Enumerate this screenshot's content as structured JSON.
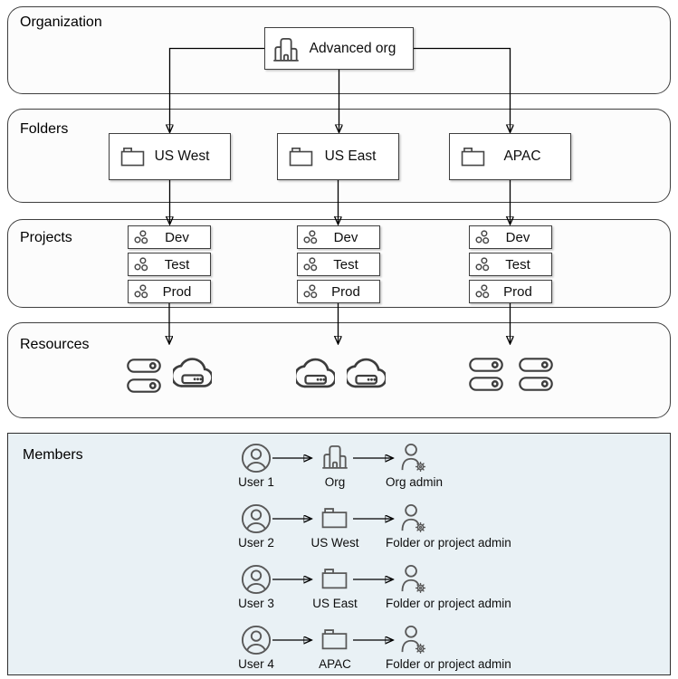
{
  "sections": {
    "organization": {
      "label": "Organization"
    },
    "folders_sec": {
      "label": "Folders"
    },
    "projects_sec": {
      "label": "Projects"
    },
    "resources_sec": {
      "label": "Resources"
    },
    "members_sec": {
      "label": "Members"
    }
  },
  "organization": {
    "node": {
      "label": "Advanced org",
      "icon": "building-icon"
    }
  },
  "folders": {
    "items": [
      {
        "label": "US West",
        "icon": "folder-icon"
      },
      {
        "label": "US East",
        "icon": "folder-icon"
      },
      {
        "label": "APAC",
        "icon": "folder-icon"
      }
    ]
  },
  "projects": {
    "columns": [
      {
        "items": [
          "Dev",
          "Test",
          "Prod"
        ]
      },
      {
        "items": [
          "Dev",
          "Test",
          "Prod"
        ]
      },
      {
        "items": [
          "Dev",
          "Test",
          "Prod"
        ]
      }
    ]
  },
  "resources": {
    "columns": [
      {
        "icons": [
          "server",
          "server",
          "cloud-server"
        ]
      },
      {
        "icons": [
          "cloud-server",
          "cloud-server"
        ]
      },
      {
        "icons": [
          "server",
          "server",
          "server",
          "server"
        ]
      }
    ]
  },
  "members": {
    "rows": [
      {
        "user": "User 1",
        "user_icon": "person-circle-icon",
        "target": "Org",
        "target_icon": "building-icon",
        "role": "Org admin",
        "role_icon": "person-gear-icon"
      },
      {
        "user": "User 2",
        "user_icon": "person-circle-icon",
        "target": "US West",
        "target_icon": "folder-icon",
        "role": "Folder or project admin",
        "role_icon": "person-gear-icon"
      },
      {
        "user": "User 3",
        "user_icon": "person-circle-icon",
        "target": "US East",
        "target_icon": "folder-icon",
        "role": "Folder or project admin",
        "role_icon": "person-gear-icon"
      },
      {
        "user": "User 4",
        "user_icon": "person-circle-icon",
        "target": "APAC",
        "target_icon": "folder-icon",
        "role": "Folder or project admin",
        "role_icon": "person-gear-icon"
      }
    ]
  },
  "icons": {
    "building": "building-icon",
    "folder": "folder-icon",
    "project": "three-dots-project-icon",
    "server": "server-pill-icon",
    "cloud": "cloud-server-icon",
    "user": "person-circle-icon",
    "admin": "person-gear-icon"
  },
  "colors": {
    "canvas_bg": "#ffffff",
    "section_bg": "#fcfcfc",
    "section_border": "#3f3f3f",
    "members_bg": "#e9f1f5",
    "box_border": "#3f3f3f",
    "icon_stroke": "#474747",
    "member_icon_stroke": "#595959",
    "arrow": "#000000"
  }
}
